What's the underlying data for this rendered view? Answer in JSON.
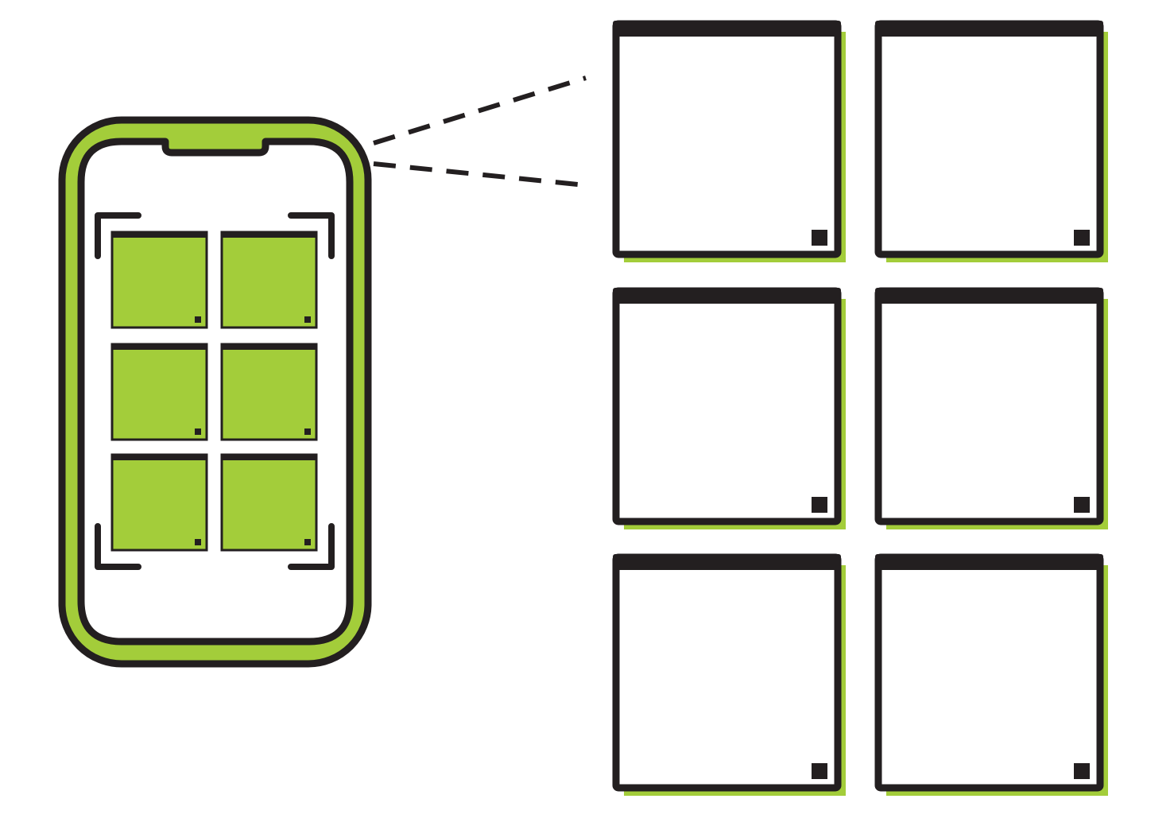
{
  "colors": {
    "ink": "#231f20",
    "accent": "#a3cd3a",
    "paper": "#ffffff"
  },
  "icons": {
    "device": "smartphone-icon",
    "scan_frame": "scan-frame-icon",
    "connector": "dashed-projection-lines",
    "sheet": "document-sheet-icon",
    "sheet_marker": "square-marker-icon"
  },
  "phone": {
    "grid_rows": 3,
    "grid_cols": 2
  },
  "sheets": {
    "grid_rows": 3,
    "grid_cols": 2
  }
}
